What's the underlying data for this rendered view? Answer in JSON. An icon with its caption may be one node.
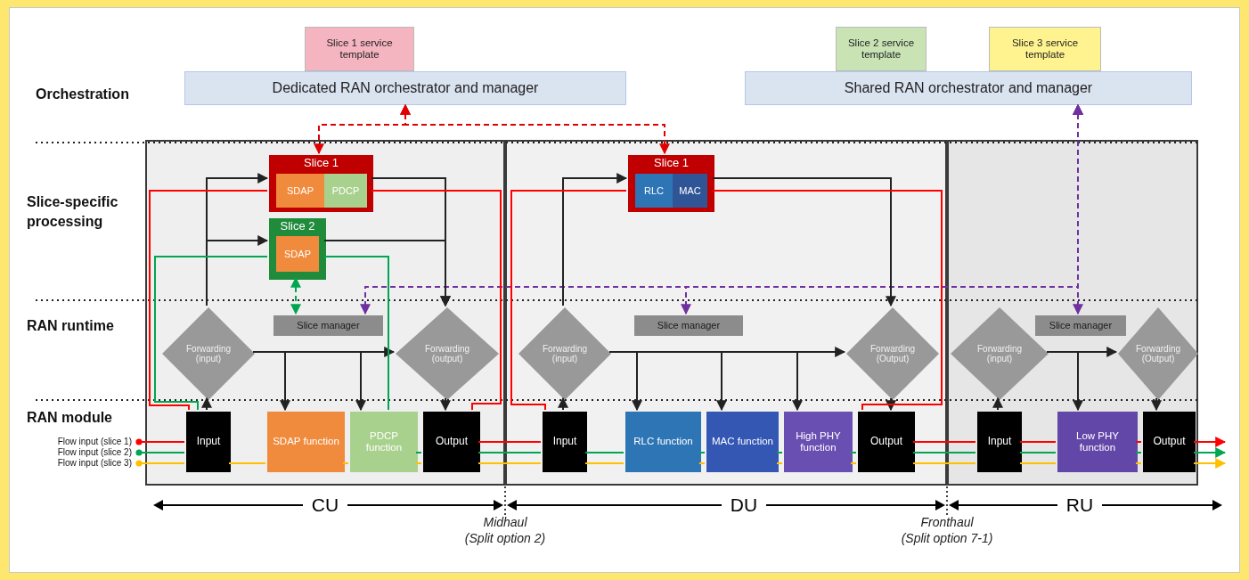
{
  "diagram": {
    "nodes": [
      {
        "text": [
          "Slice 1 service template"
        ]
      },
      {
        "text": [
          "Dedicated RAN orchestrator and manager"
        ]
      },
      {
        "text": [
          "Slice 2 service template"
        ]
      },
      {
        "text": [
          "Slice 3 service template"
        ]
      },
      {
        "text": [
          "Shared RAN orchestrator and manager"
        ]
      },
      {
        "text": [],
        "shape": "box"
      },
      {
        "text": [],
        "shape": "box"
      },
      {
        "text": [],
        "shape": "box"
      },
      {
        "text": [
          "Slice 1"
        ],
        "in": 5
      },
      {
        "text": [
          "SDAP"
        ],
        "in": 8
      },
      {
        "text": [
          "PDCP"
        ],
        "in": 8
      },
      {
        "text": [
          "Slice 2"
        ],
        "in": 5
      },
      {
        "text": [
          "SDAP"
        ],
        "in": 11
      },
      {
        "text": [
          "Slice manager"
        ],
        "in": 5
      },
      {
        "text": [
          "Forwarding (input)"
        ],
        "in": 5
      },
      {
        "text": [
          "Forwarding (output)"
        ],
        "in": 5
      },
      {
        "text": [
          "Input"
        ],
        "in": 5
      },
      {
        "text": [
          "SDAP function"
        ],
        "in": 5
      },
      {
        "text": [
          "PDCP function"
        ],
        "in": 5
      },
      {
        "text": [
          "Output"
        ],
        "in": 5
      },
      {
        "text": [
          "Slice 1"
        ],
        "in": 6
      },
      {
        "text": [
          "RLC"
        ],
        "in": 20
      },
      {
        "text": [
          "MAC"
        ],
        "in": 20
      },
      {
        "text": [
          "Slice manager"
        ],
        "in": 6
      },
      {
        "text": [
          "Forwarding (input)"
        ],
        "in": 6
      },
      {
        "text": [
          "Forwarding (Output)"
        ],
        "in": 6
      },
      {
        "text": [
          "Input"
        ],
        "in": 6
      },
      {
        "text": [
          "RLC function"
        ],
        "in": 6
      },
      {
        "text": [
          "MAC function"
        ],
        "in": 6
      },
      {
        "text": [
          "High PHY function"
        ],
        "in": 6
      },
      {
        "text": [
          "Output"
        ],
        "in": 6
      },
      {
        "text": [
          "Slice manager"
        ],
        "in": 7
      },
      {
        "text": [
          "Forwarding (input)"
        ],
        "in": 7
      },
      {
        "text": [
          "Forwarding (Output)"
        ],
        "in": 7
      },
      {
        "text": [
          "Input"
        ],
        "in": 7
      },
      {
        "text": [
          "Low PHY function"
        ],
        "in": 7
      },
      {
        "text": [
          "Output"
        ],
        "in": 7
      },
      {
        "text": [
          "Flow input (slice 1)"
        ]
      },
      {
        "text": [
          "Flow input (slice 2)"
        ]
      },
      {
        "text": [
          "Flow input (slice 3)"
        ]
      }
    ],
    "edges": [
      {
        "from": 1,
        "to": 8,
        "arrow": "both",
        "style": "dashed",
        "color": "#e00000"
      },
      {
        "from": 1,
        "to": 20,
        "arrow": "both",
        "style": "dashed",
        "color": "#e00000"
      },
      {
        "from": 4,
        "to": 13,
        "arrow": "both",
        "style": "dashed",
        "color": "#7030a0"
      },
      {
        "from": 4,
        "to": 23,
        "arrow": "both",
        "style": "dashed",
        "color": "#7030a0"
      },
      {
        "from": 4,
        "to": 31,
        "arrow": "both",
        "style": "dashed",
        "color": "#7030a0"
      },
      {
        "from": 11,
        "to": 13,
        "arrow": "both",
        "style": "dashed",
        "color": "#00a651"
      },
      {
        "from": 16,
        "to": 14,
        "arrow": "to"
      },
      {
        "from": 14,
        "to": 8,
        "arrow": "to"
      },
      {
        "from": 14,
        "to": 11,
        "arrow": "to"
      },
      {
        "from": 8,
        "to": 15,
        "arrow": "to"
      },
      {
        "from": 11,
        "to": 15,
        "arrow": "to"
      },
      {
        "from": 14,
        "to": 15,
        "arrow": "to"
      },
      {
        "from": 14,
        "to": 17,
        "arrow": "to"
      },
      {
        "from": 14,
        "to": 18,
        "arrow": "to"
      },
      {
        "from": 15,
        "to": 19,
        "arrow": "to"
      },
      {
        "from": 26,
        "to": 24,
        "arrow": "to"
      },
      {
        "from": 24,
        "to": 20,
        "arrow": "to"
      },
      {
        "from": 20,
        "to": 25,
        "arrow": "to"
      },
      {
        "from": 24,
        "to": 25,
        "arrow": "to"
      },
      {
        "from": 24,
        "to": 27,
        "arrow": "to"
      },
      {
        "from": 24,
        "to": 28,
        "arrow": "to"
      },
      {
        "from": 24,
        "to": 29,
        "arrow": "to"
      },
      {
        "from": 25,
        "to": 30,
        "arrow": "to"
      },
      {
        "from": 34,
        "to": 32,
        "arrow": "to"
      },
      {
        "from": 32,
        "to": 33,
        "arrow": "to"
      },
      {
        "from": 32,
        "to": 35,
        "arrow": "to"
      },
      {
        "from": 33,
        "to": 36,
        "arrow": "to"
      },
      {
        "from": 37,
        "to": 16,
        "arrow": "other",
        "color": "#ff0000"
      },
      {
        "from": 16,
        "to": 8,
        "arrow": "none",
        "color": "#ff0000"
      },
      {
        "from": 8,
        "to": 19,
        "arrow": "none",
        "color": "#ff0000"
      },
      {
        "from": 19,
        "to": 26,
        "arrow": "none",
        "color": "#ff0000"
      },
      {
        "from": 26,
        "to": 20,
        "arrow": "none",
        "color": "#ff0000"
      },
      {
        "from": 20,
        "to": 30,
        "arrow": "none",
        "color": "#ff0000"
      },
      {
        "from": 30,
        "to": 34,
        "arrow": "none",
        "color": "#ff0000"
      },
      {
        "from": 34,
        "to": 35,
        "arrow": "none",
        "color": "#ff0000"
      },
      {
        "from": 35,
        "to": 36,
        "arrow": "none",
        "color": "#ff0000"
      },
      {
        "from": 36,
        "to": null,
        "arrow": "to",
        "color": "#ff0000"
      },
      {
        "from": 38,
        "to": 16,
        "arrow": "other",
        "color": "#00a651"
      },
      {
        "from": 16,
        "to": 11,
        "arrow": "none",
        "color": "#00a651"
      },
      {
        "from": 11,
        "to": 18,
        "arrow": "none",
        "color": "#00a651"
      },
      {
        "from": 18,
        "to": 19,
        "arrow": "none",
        "color": "#00a651"
      },
      {
        "from": 19,
        "to": 26,
        "arrow": "none",
        "color": "#00a651"
      },
      {
        "from": 26,
        "to": 27,
        "arrow": "none",
        "color": "#00a651"
      },
      {
        "from": 27,
        "to": 28,
        "arrow": "none",
        "color": "#00a651"
      },
      {
        "from": 28,
        "to": 29,
        "arrow": "none",
        "color": "#00a651"
      },
      {
        "from": 29,
        "to": 30,
        "arrow": "none",
        "color": "#00a651"
      },
      {
        "from": 30,
        "to": 34,
        "arrow": "none",
        "color": "#00a651"
      },
      {
        "from": 34,
        "to": 35,
        "arrow": "none",
        "color": "#00a651"
      },
      {
        "from": 35,
        "to": 36,
        "arrow": "none",
        "color": "#00a651"
      },
      {
        "from": 36,
        "to": null,
        "arrow": "to",
        "color": "#00a651"
      },
      {
        "from": 39,
        "to": 16,
        "arrow": "other",
        "color": "#ffc000"
      },
      {
        "from": 16,
        "to": 17,
        "arrow": "none",
        "color": "#ffc000"
      },
      {
        "from": 17,
        "to": 18,
        "arrow": "none",
        "color": "#ffc000"
      },
      {
        "from": 18,
        "to": 19,
        "arrow": "none",
        "color": "#ffc000"
      },
      {
        "from": 19,
        "to": 26,
        "arrow": "none",
        "color": "#ffc000"
      },
      {
        "from": 26,
        "to": 27,
        "arrow": "none",
        "color": "#ffc000"
      },
      {
        "from": 27,
        "to": 28,
        "arrow": "none",
        "color": "#ffc000"
      },
      {
        "from": 28,
        "to": 29,
        "arrow": "none",
        "color": "#ffc000"
      },
      {
        "from": 29,
        "to": 30,
        "arrow": "none",
        "color": "#ffc000"
      },
      {
        "from": 30,
        "to": 34,
        "arrow": "none",
        "color": "#ffc000"
      },
      {
        "from": 34,
        "to": 35,
        "arrow": "none",
        "color": "#ffc000"
      },
      {
        "from": 35,
        "to": 36,
        "arrow": "none",
        "color": "#ffc000"
      },
      {
        "from": 36,
        "to": null,
        "arrow": "to",
        "color": "#ffc000"
      }
    ],
    "labels": [
      "Orchestration",
      "Slice-specific processing",
      "RAN runtime",
      "RAN module",
      "CU",
      "DU",
      "RU",
      "Midhaul",
      "(Split option 2)",
      "Fronthaul",
      "(Split option 7-1)"
    ]
  }
}
